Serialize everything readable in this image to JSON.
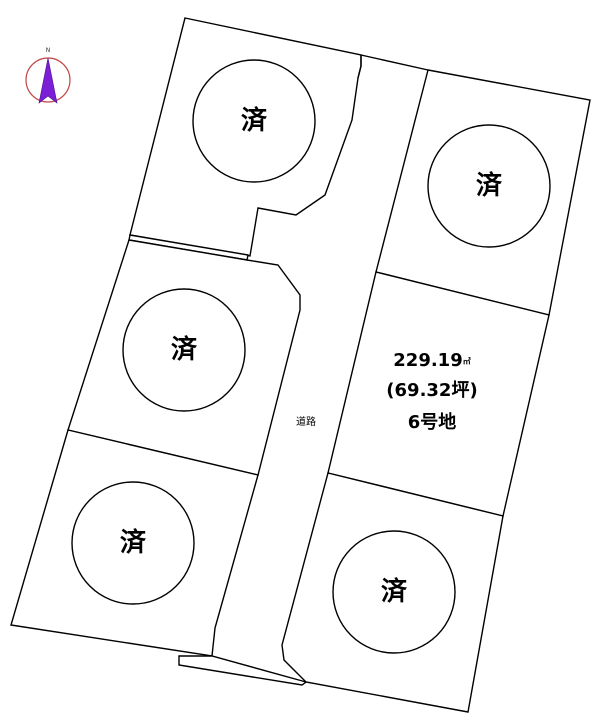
{
  "compass": {
    "north_label": "N",
    "arrow_color": "#7a1fd6",
    "ring_color": "#c44a4a"
  },
  "road": {
    "label": "道路"
  },
  "lots": [
    {
      "id": "lot-1",
      "status": "済"
    },
    {
      "id": "lot-2",
      "status": "済"
    },
    {
      "id": "lot-3",
      "status": "済"
    },
    {
      "id": "lot-4",
      "status": "済"
    },
    {
      "id": "lot-5",
      "status": "済"
    }
  ],
  "available_lot": {
    "area_sqm": "229.19",
    "area_unit": "㎡",
    "area_tsubo": "(69.32坪)",
    "lot_number": "6号地"
  }
}
